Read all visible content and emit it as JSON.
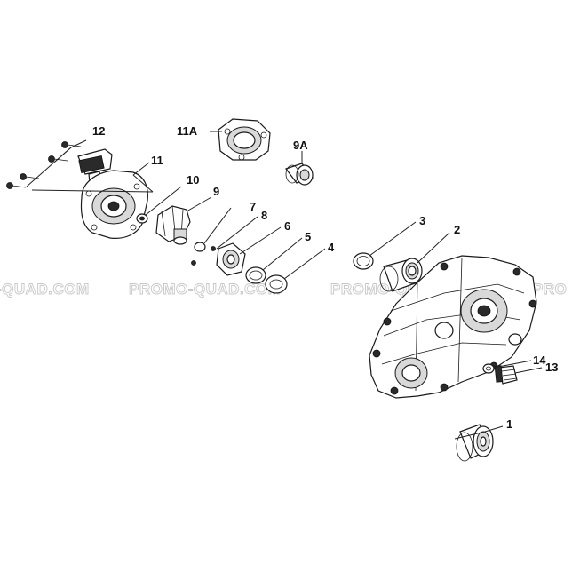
{
  "watermark": {
    "text_1": "-QUAD.COM",
    "text_2": "PROMO-QUAD.COM",
    "text_3": "PROMO-QUAD.COM",
    "text_4": "PRO"
  },
  "callouts": {
    "c1": "1",
    "c2": "2",
    "c3": "3",
    "c4": "4",
    "c5": "5",
    "c6": "6",
    "c7": "7",
    "c8": "8",
    "c9": "9",
    "c9a": "9A",
    "c10": "10",
    "c11": "11",
    "c11a": "11A",
    "c12": "12",
    "c13": "13",
    "c14": "14"
  }
}
